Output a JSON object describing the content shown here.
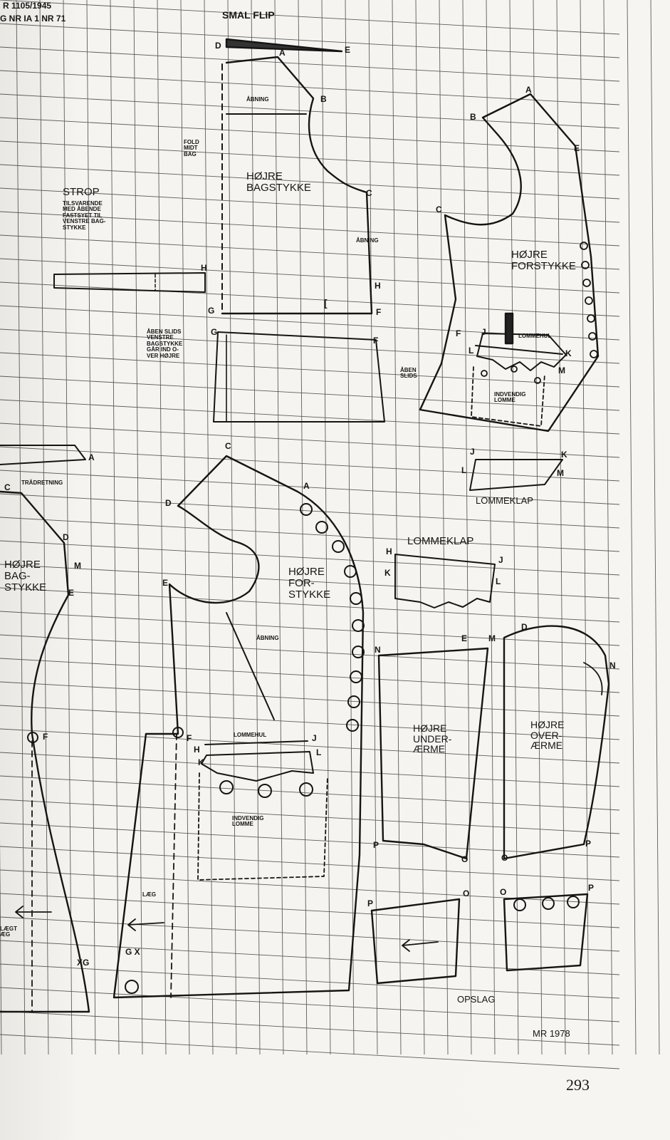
{
  "header": {
    "ref_line_1": "R 1105/1945",
    "ref_line_2": "G NR IA 1 NR 71"
  },
  "labels": {
    "smal_flip": "SMAL FLIP",
    "fold_midt_bag": "FOLD\nMIDT\nBAG",
    "strop_title": "STROP",
    "strop_note": "TILSVARENDE\nMED ÅBENDE\nFASTSYET TIL\nVENSTRE BAG-\nSTYKKE",
    "aabning_top_1": "ÅBNING",
    "aabning_top_2": "ÅBNING",
    "aabning_lower": "ÅBNING",
    "hoejre_bagstykke_top": "HØJRE\nBAGSTYKKE",
    "hoejre_forstykke_top": "HØJRE\nFORSTYKKE",
    "aaben_slids_left": "ÅBEN SLIDS\nVENSTRE\nBAGSTYKKE\nGÅR IND O-\nVER HØJRE",
    "aaben_slids_right": "ÅBEN\nSLIDS",
    "lommehul_top": "LOMMEHUL",
    "lommehul_lower": "LOMMEHUL",
    "indvendig_lomme_top": "INDVENDIG\nLOMME",
    "indvendig_lomme_lower": "INDVENDIG\nLOMME",
    "lommeklap_right": "LOMMEKLAP",
    "lommeklap_mid": "LOMMEKLAP",
    "traadretning": "TRÅDRETNING",
    "hoejre_bagstykke_lower": "HØJRE\nBAG-\nSTYKKE",
    "hoejre_forstykke_lower": "HØJRE\nFOR-\nSTYKKE",
    "hoejre_underaerme": "HØJRE\nUNDER-\nÆRME",
    "hoejre_overaerme": "HØJRE\nOVER-\nÆRME",
    "laeg": "LÆG",
    "laegt_fragment": "LÆGT\nÆG",
    "opslag": "OPSLAG",
    "signature": "MR 1978",
    "page_number": "293"
  },
  "points": {
    "d1": "D",
    "e1": "E",
    "a1": "A",
    "b1": "B",
    "c1": "C",
    "h1": "H",
    "g1": "G",
    "f1": "F",
    "bracket1": "[",
    "h_strop": "H",
    "g2": "G",
    "f2": "F",
    "a2": "A",
    "b2": "B",
    "e2": "E",
    "c2": "C",
    "f3": "F",
    "j3": "J",
    "l3": "L",
    "k3": "K",
    "m3": "M",
    "j4": "J",
    "k4": "K",
    "l4": "L",
    "m4": "M",
    "a5": "A",
    "c5": "C",
    "d5": "D",
    "m5": "M",
    "e5": "E",
    "f5": "F",
    "g5": "xG",
    "c6": "C",
    "a6": "A",
    "d6": "D",
    "e6": "E",
    "f6": "F",
    "h6": "H",
    "k6": "K",
    "j6": "J",
    "l6": "L",
    "g6": "G x",
    "h7": "H",
    "j7": "J",
    "k7": "K",
    "l7": "L",
    "n8": "N",
    "e8": "E",
    "m8": "M",
    "p8": "P",
    "o8": "O",
    "d9": "D",
    "n9": "N",
    "p9": "P",
    "o9": "O",
    "p10": "P",
    "o10": "O",
    "o11": "O",
    "p11": "P"
  }
}
